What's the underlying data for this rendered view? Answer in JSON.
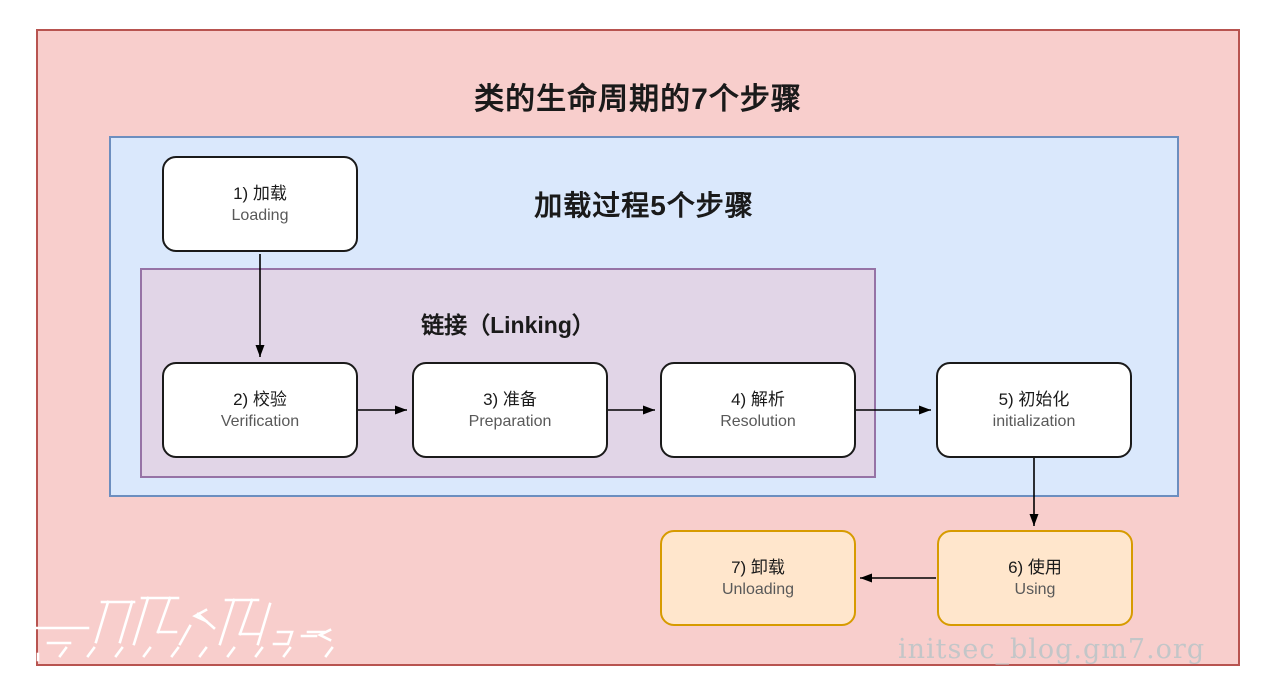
{
  "diagram": {
    "title": "类的生命周期的7个步骤",
    "loading_group_title": "加载过程5个步骤",
    "linking_group_title": "链接（Linking）",
    "nodes": {
      "loading": {
        "zh": "1) 加载",
        "en": "Loading"
      },
      "verification": {
        "zh": "2) 校验",
        "en": "Verification"
      },
      "preparation": {
        "zh": "3) 准备",
        "en": "Preparation"
      },
      "resolution": {
        "zh": "4) 解析",
        "en": "Resolution"
      },
      "initialization": {
        "zh": "5) 初始化",
        "en": "initialization"
      },
      "using": {
        "zh": "6) 使用",
        "en": "Using"
      },
      "unloading": {
        "zh": "7) 卸载",
        "en": "Unloading"
      }
    },
    "watermark_text": "initsec_blog.gm7.org",
    "colors": {
      "outer_fill": "#f8cecc",
      "outer_border": "#b85450",
      "loading_group_fill": "#dae8fc",
      "loading_group_border": "#6c8ebf",
      "linking_group_fill": "#e1d5e7",
      "linking_group_border": "#9673a6",
      "node_fill": "#ffffff",
      "node_border": "#1a1a1a",
      "node_en_text": "#595959",
      "orange_node_fill": "#ffe6cc",
      "orange_node_border": "#d79b00",
      "arrow": "#000000",
      "watermark_text_color": "#c3c6c8",
      "watermark_logo_color": "#ffffff"
    }
  }
}
